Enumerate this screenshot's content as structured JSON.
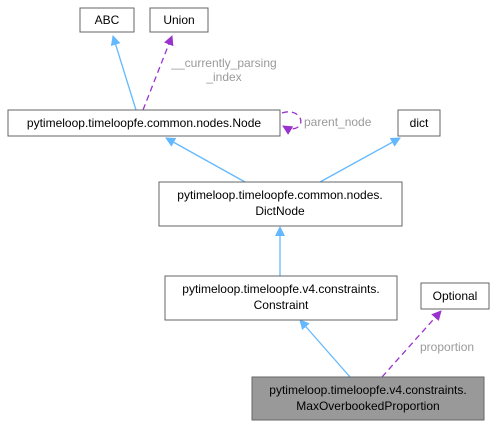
{
  "colors": {
    "inherit_edge": "#63b8ff",
    "usage_edge": "#9a32cd",
    "node_border": "#666666",
    "highlight_fill": "#999999",
    "edge_label": "#9a9a9a"
  },
  "nodes": {
    "abc": {
      "lines": [
        "ABC"
      ]
    },
    "union": {
      "lines": [
        "Union"
      ]
    },
    "node": {
      "lines": [
        "pytimeloop.timeloopfe.common.nodes.Node"
      ]
    },
    "dict": {
      "lines": [
        "dict"
      ]
    },
    "dictnode": {
      "lines": [
        "pytimeloop.timeloopfe.common.nodes.",
        "DictNode"
      ]
    },
    "constraint": {
      "lines": [
        "pytimeloop.timeloopfe.v4.constraints.",
        "Constraint"
      ]
    },
    "optional": {
      "lines": [
        "Optional"
      ]
    },
    "maxover": {
      "lines": [
        "pytimeloop.timeloopfe.v4.constraints.",
        "MaxOverbookedProportion"
      ]
    }
  },
  "edge_labels": {
    "currently_parsing": [
      "__currently_parsing",
      "_index"
    ],
    "parent_node": "parent_node",
    "proportion": "proportion"
  }
}
